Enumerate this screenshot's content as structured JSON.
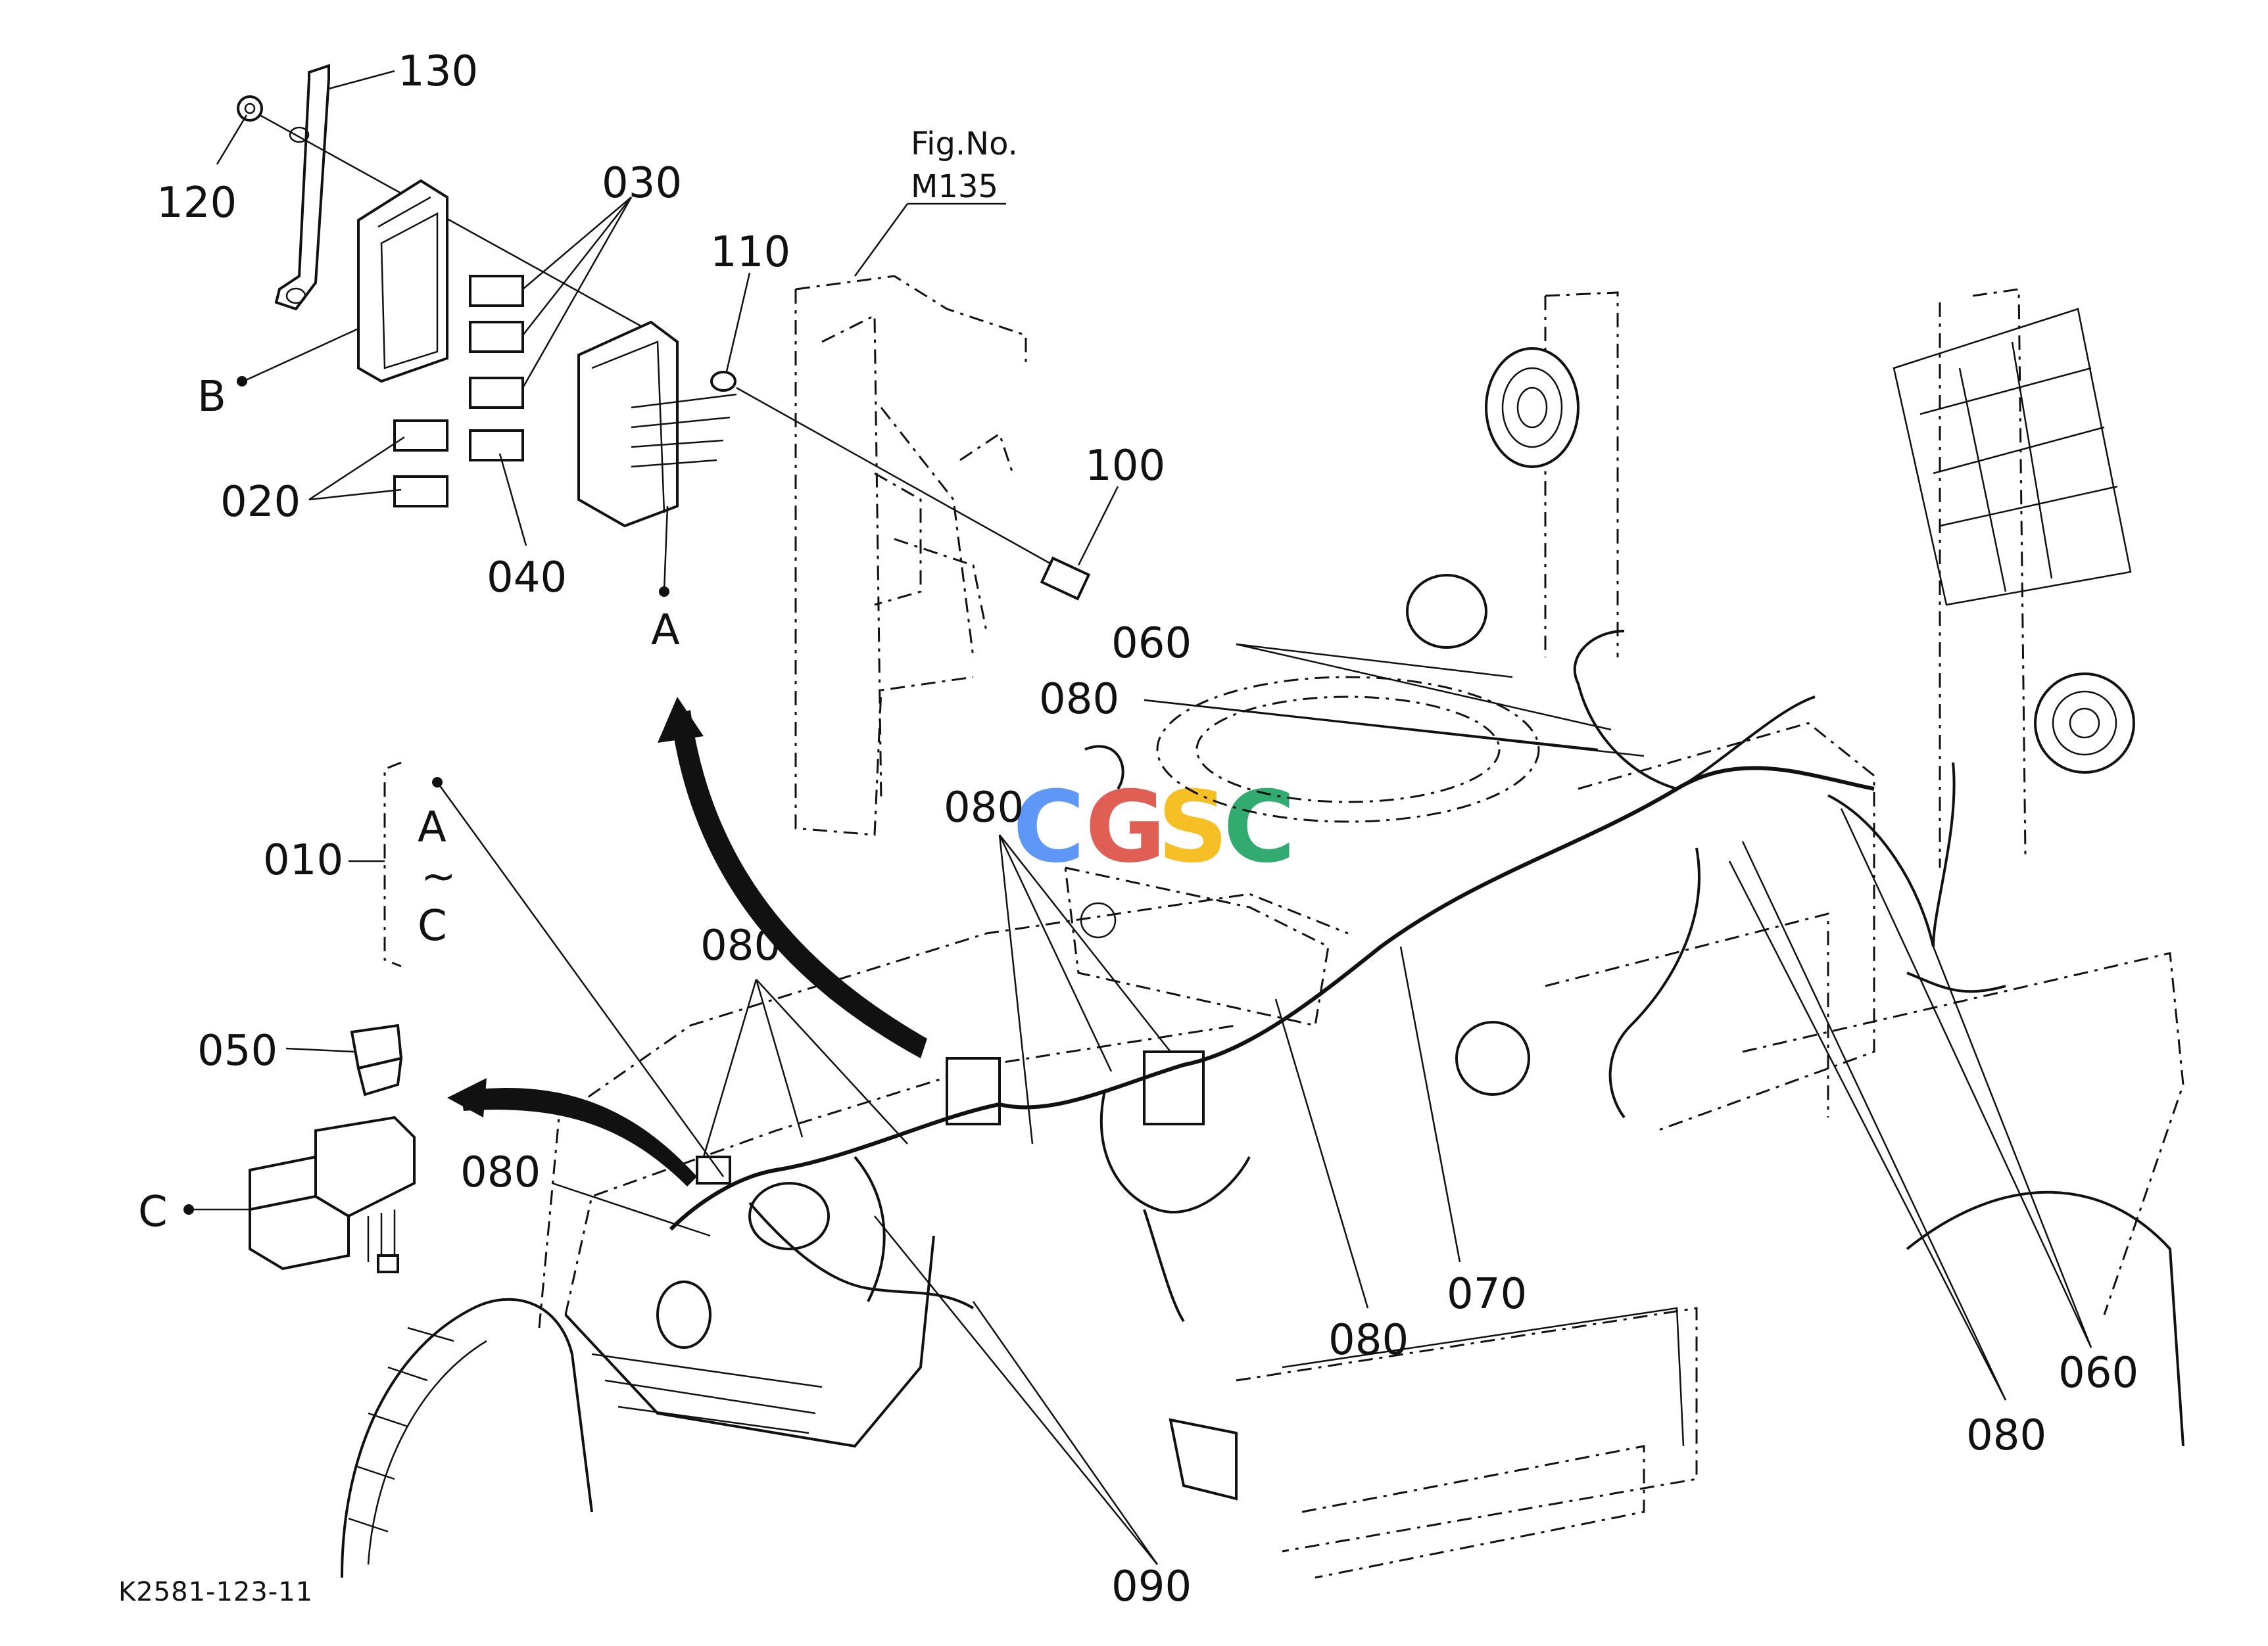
{
  "figure_ref": {
    "line1": "Fig.No.",
    "line2": "M135"
  },
  "drawing_code": "K2581-123-11",
  "watermark": {
    "letters": [
      "C",
      "G",
      "S",
      "C"
    ],
    "colors": [
      "#4285F4",
      "#DB4437",
      "#F4B400",
      "#0F9D58"
    ]
  },
  "group_label": {
    "code": "010",
    "range_start": "A",
    "range_sep": "~",
    "range_end": "C"
  },
  "sub_assemblies": {
    "a": "A",
    "b": "B",
    "c": "C"
  },
  "callouts": {
    "p130": "130",
    "p120": "120",
    "p030": "030",
    "p110": "110",
    "p100": "100",
    "p020": "020",
    "p040": "040",
    "p050": "050",
    "p060_top": "060",
    "p060_right": "060",
    "p080_top": "080",
    "p080_mid": "080",
    "p080_left": "080",
    "p080_engine": "080",
    "p080_bottom": "080",
    "p080_right": "080",
    "p070": "070",
    "p090": "090"
  }
}
